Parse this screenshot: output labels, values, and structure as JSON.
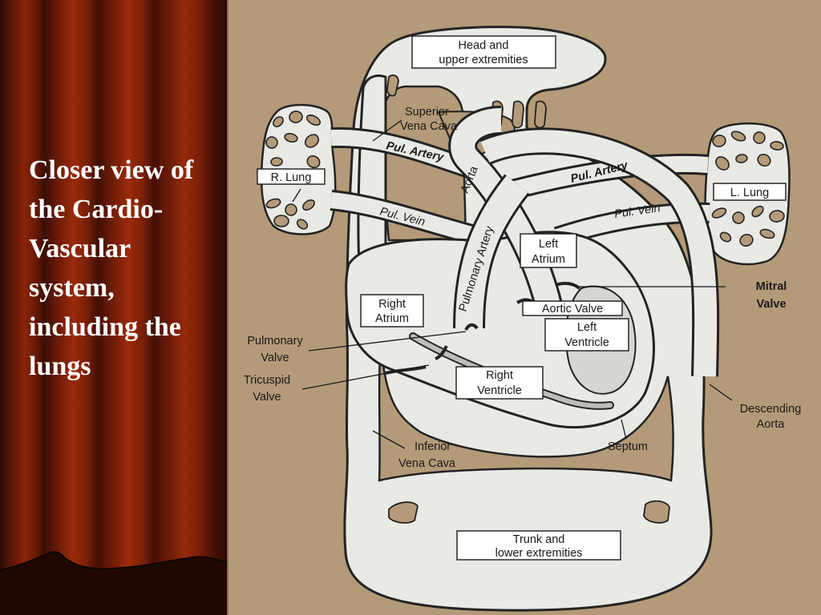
{
  "slide": {
    "title": "Closer view of the Cardio-Vascular system, including the lungs"
  },
  "colors": {
    "curtain": "#7a1f07",
    "diagram_background": "#b49a78",
    "vessel_fill": "#e9e9e6",
    "outline": "#232323",
    "title_text": "#ffffff"
  },
  "diagram": {
    "labels": {
      "head": [
        "Head and",
        "upper extremities"
      ],
      "superior_vena_cava": [
        "Superior",
        "Vena Cava"
      ],
      "r_lung": "R. Lung",
      "l_lung": "L. Lung",
      "pul_artery_right": "Pul. Artery",
      "pul_artery_left": "Pul. Artery",
      "pul_vein_right": "Pul. Vein",
      "pul_vein_left": "Pul. Vein",
      "aorta": "Aorta",
      "pulmonary_artery": "Pulmonary Artery",
      "left_atrium": [
        "Left",
        "Atrium"
      ],
      "right_atrium": [
        "Right",
        "Atrium"
      ],
      "mitral_valve": [
        "Mitral",
        "Valve"
      ],
      "aortic_valve": "Aortic Valve",
      "left_ventricle": [
        "Left",
        "Ventricle"
      ],
      "pulmonary_valve": [
        "Pulmonary",
        "Valve"
      ],
      "tricuspid_valve": [
        "Tricuspid",
        "Valve"
      ],
      "right_ventricle": [
        "Right",
        "Ventricle"
      ],
      "descending_aorta": [
        "Descending",
        "Aorta"
      ],
      "septum": "Septum",
      "inferior_vena_cava": [
        "Inferior",
        "Vena Cava"
      ],
      "trunk": [
        "Trunk and",
        "lower extremities"
      ]
    }
  }
}
